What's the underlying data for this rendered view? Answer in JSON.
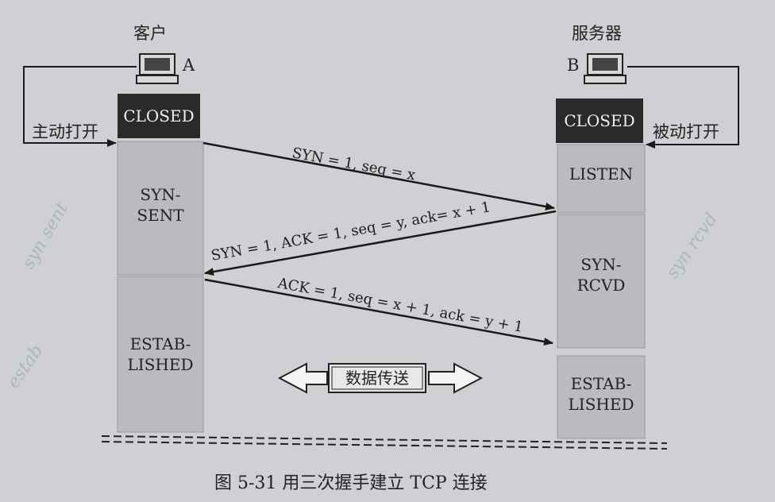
{
  "client": {
    "title": "客户",
    "host_label": "A",
    "open_label": "主动打开"
  },
  "server": {
    "title": "服务器",
    "host_label": "B",
    "open_label": "被动打开"
  },
  "client_states": [
    {
      "lines": [
        "CLOSED"
      ]
    },
    {
      "lines": [
        "SYN-",
        "SENT"
      ]
    },
    {
      "lines": [
        "ESTAB-",
        "LISHED"
      ]
    }
  ],
  "server_states": [
    {
      "lines": [
        "CLOSED"
      ]
    },
    {
      "lines": [
        "LISTEN"
      ]
    },
    {
      "lines": [
        "SYN-",
        "RCVD"
      ]
    },
    {
      "lines": [
        "ESTAB-",
        "LISHED"
      ]
    }
  ],
  "messages": [
    {
      "text": "SYN = 1, seq = x"
    },
    {
      "text": "SYN = 1, ACK = 1, seq = y, ack= x + 1"
    },
    {
      "text": "ACK = 1, seq = x + 1, ack = y + 1"
    }
  ],
  "data_transfer_label": "数据传送",
  "caption": "图 5-31    用三次握手建立 TCP 连接",
  "handwritten_notes": [
    "syn sent",
    "estab",
    "syn rcvd"
  ]
}
